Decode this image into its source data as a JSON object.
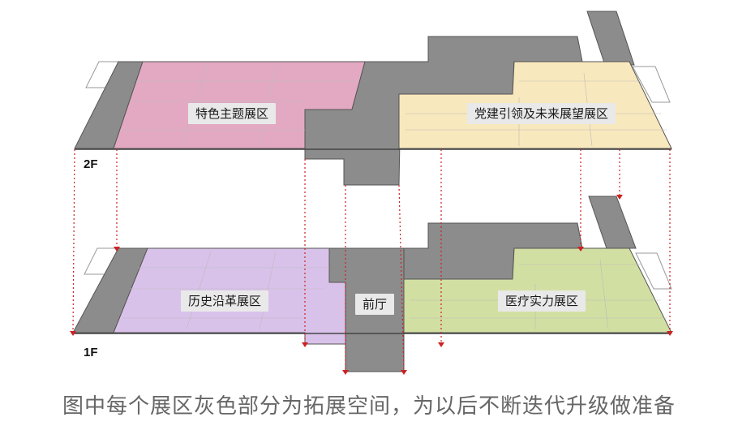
{
  "floors": {
    "upper": "2F",
    "lower": "1F"
  },
  "zones": {
    "theme": "特色主题展区",
    "party": "党建引领及未来展望展区",
    "history": "历史沿革展区",
    "lobby": "前厅",
    "medical": "医疗实力展区"
  },
  "caption": "图中每个展区灰色部分为拓展空间，为以后不断迭代升级做准备",
  "colors": {
    "gray_space": "#8c8c8c",
    "theme_zone": "#e3a9c2",
    "party_zone": "#f8e8bd",
    "history_zone": "#d9c2ea",
    "medical_zone": "#d2dfa2",
    "connector": "#cc2222"
  }
}
